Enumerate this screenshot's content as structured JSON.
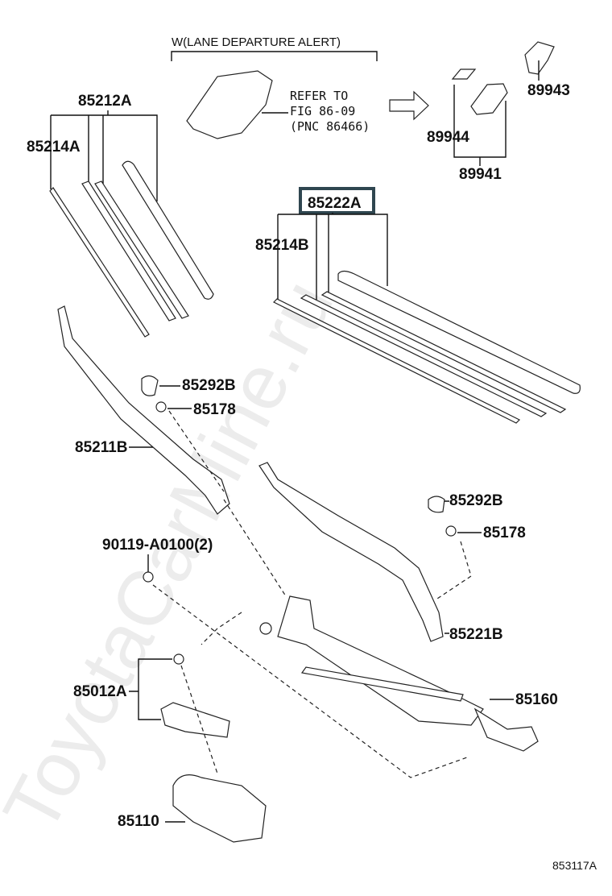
{
  "watermark": "ToyotaCarMine.ru",
  "highlight_color": "#2f4650",
  "note": {
    "variant": "W(LANE DEPARTURE ALERT)",
    "refer_line1": "REFER TO",
    "refer_line2": "FIG 86-09",
    "refer_line3": "(PNC 86466)"
  },
  "parts": {
    "p89943": "89943",
    "p89944": "89944",
    "p89941": "89941",
    "p85212A": "85212A",
    "p85214A": "85214A",
    "p85222A": "85222A",
    "p85214B": "85214B",
    "p85292B_left": "85292B",
    "p85178_left": "85178",
    "p85211B": "85211B",
    "p85292B_right": "85292B",
    "p85178_right": "85178",
    "p90119": "90119-A0100(2)",
    "p85221B": "85221B",
    "p85012A": "85012A",
    "p85160": "85160",
    "p85110": "85110"
  },
  "figure_id": "853117A"
}
